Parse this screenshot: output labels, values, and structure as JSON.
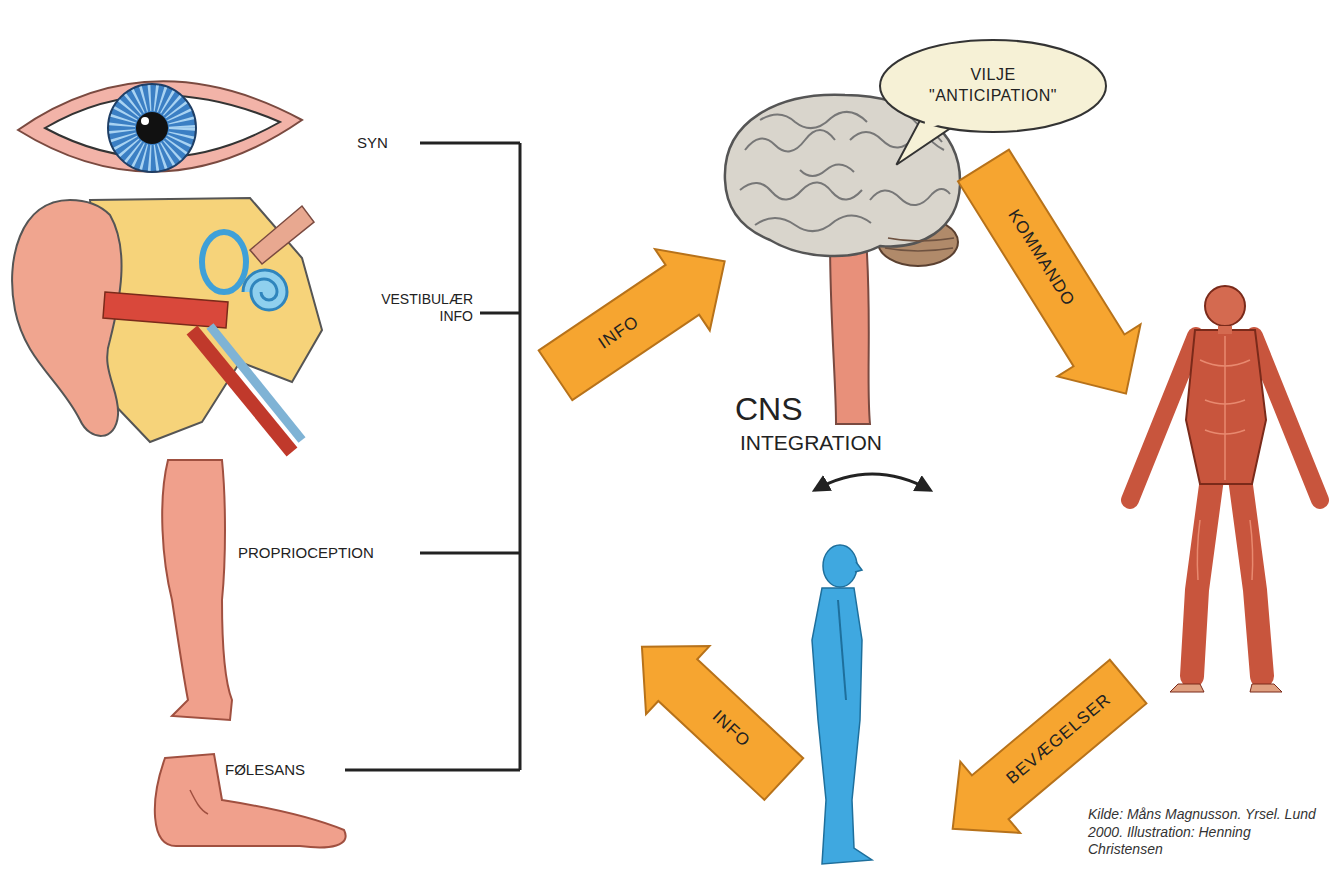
{
  "diagram": {
    "caption": "Kilde: Måns Magnusson. Yrsel. Lund 2000. Illustration: Henning Christensen",
    "nodes": [
      {
        "text": [
          "VILJE \"ANTICIPATION\""
        ]
      },
      {
        "text": [
          "INFO"
        ]
      },
      {
        "text": [
          "KOMMANDO"
        ]
      },
      {
        "text": [
          "BEVÆGELSER"
        ]
      },
      {
        "text": [
          "INFO"
        ]
      }
    ],
    "labels": [
      "SYN",
      "VESTIBULÆR INFO",
      "PROPRIOCEPTION",
      "FØLESANS",
      "CNS",
      "INTEGRATION"
    ]
  }
}
